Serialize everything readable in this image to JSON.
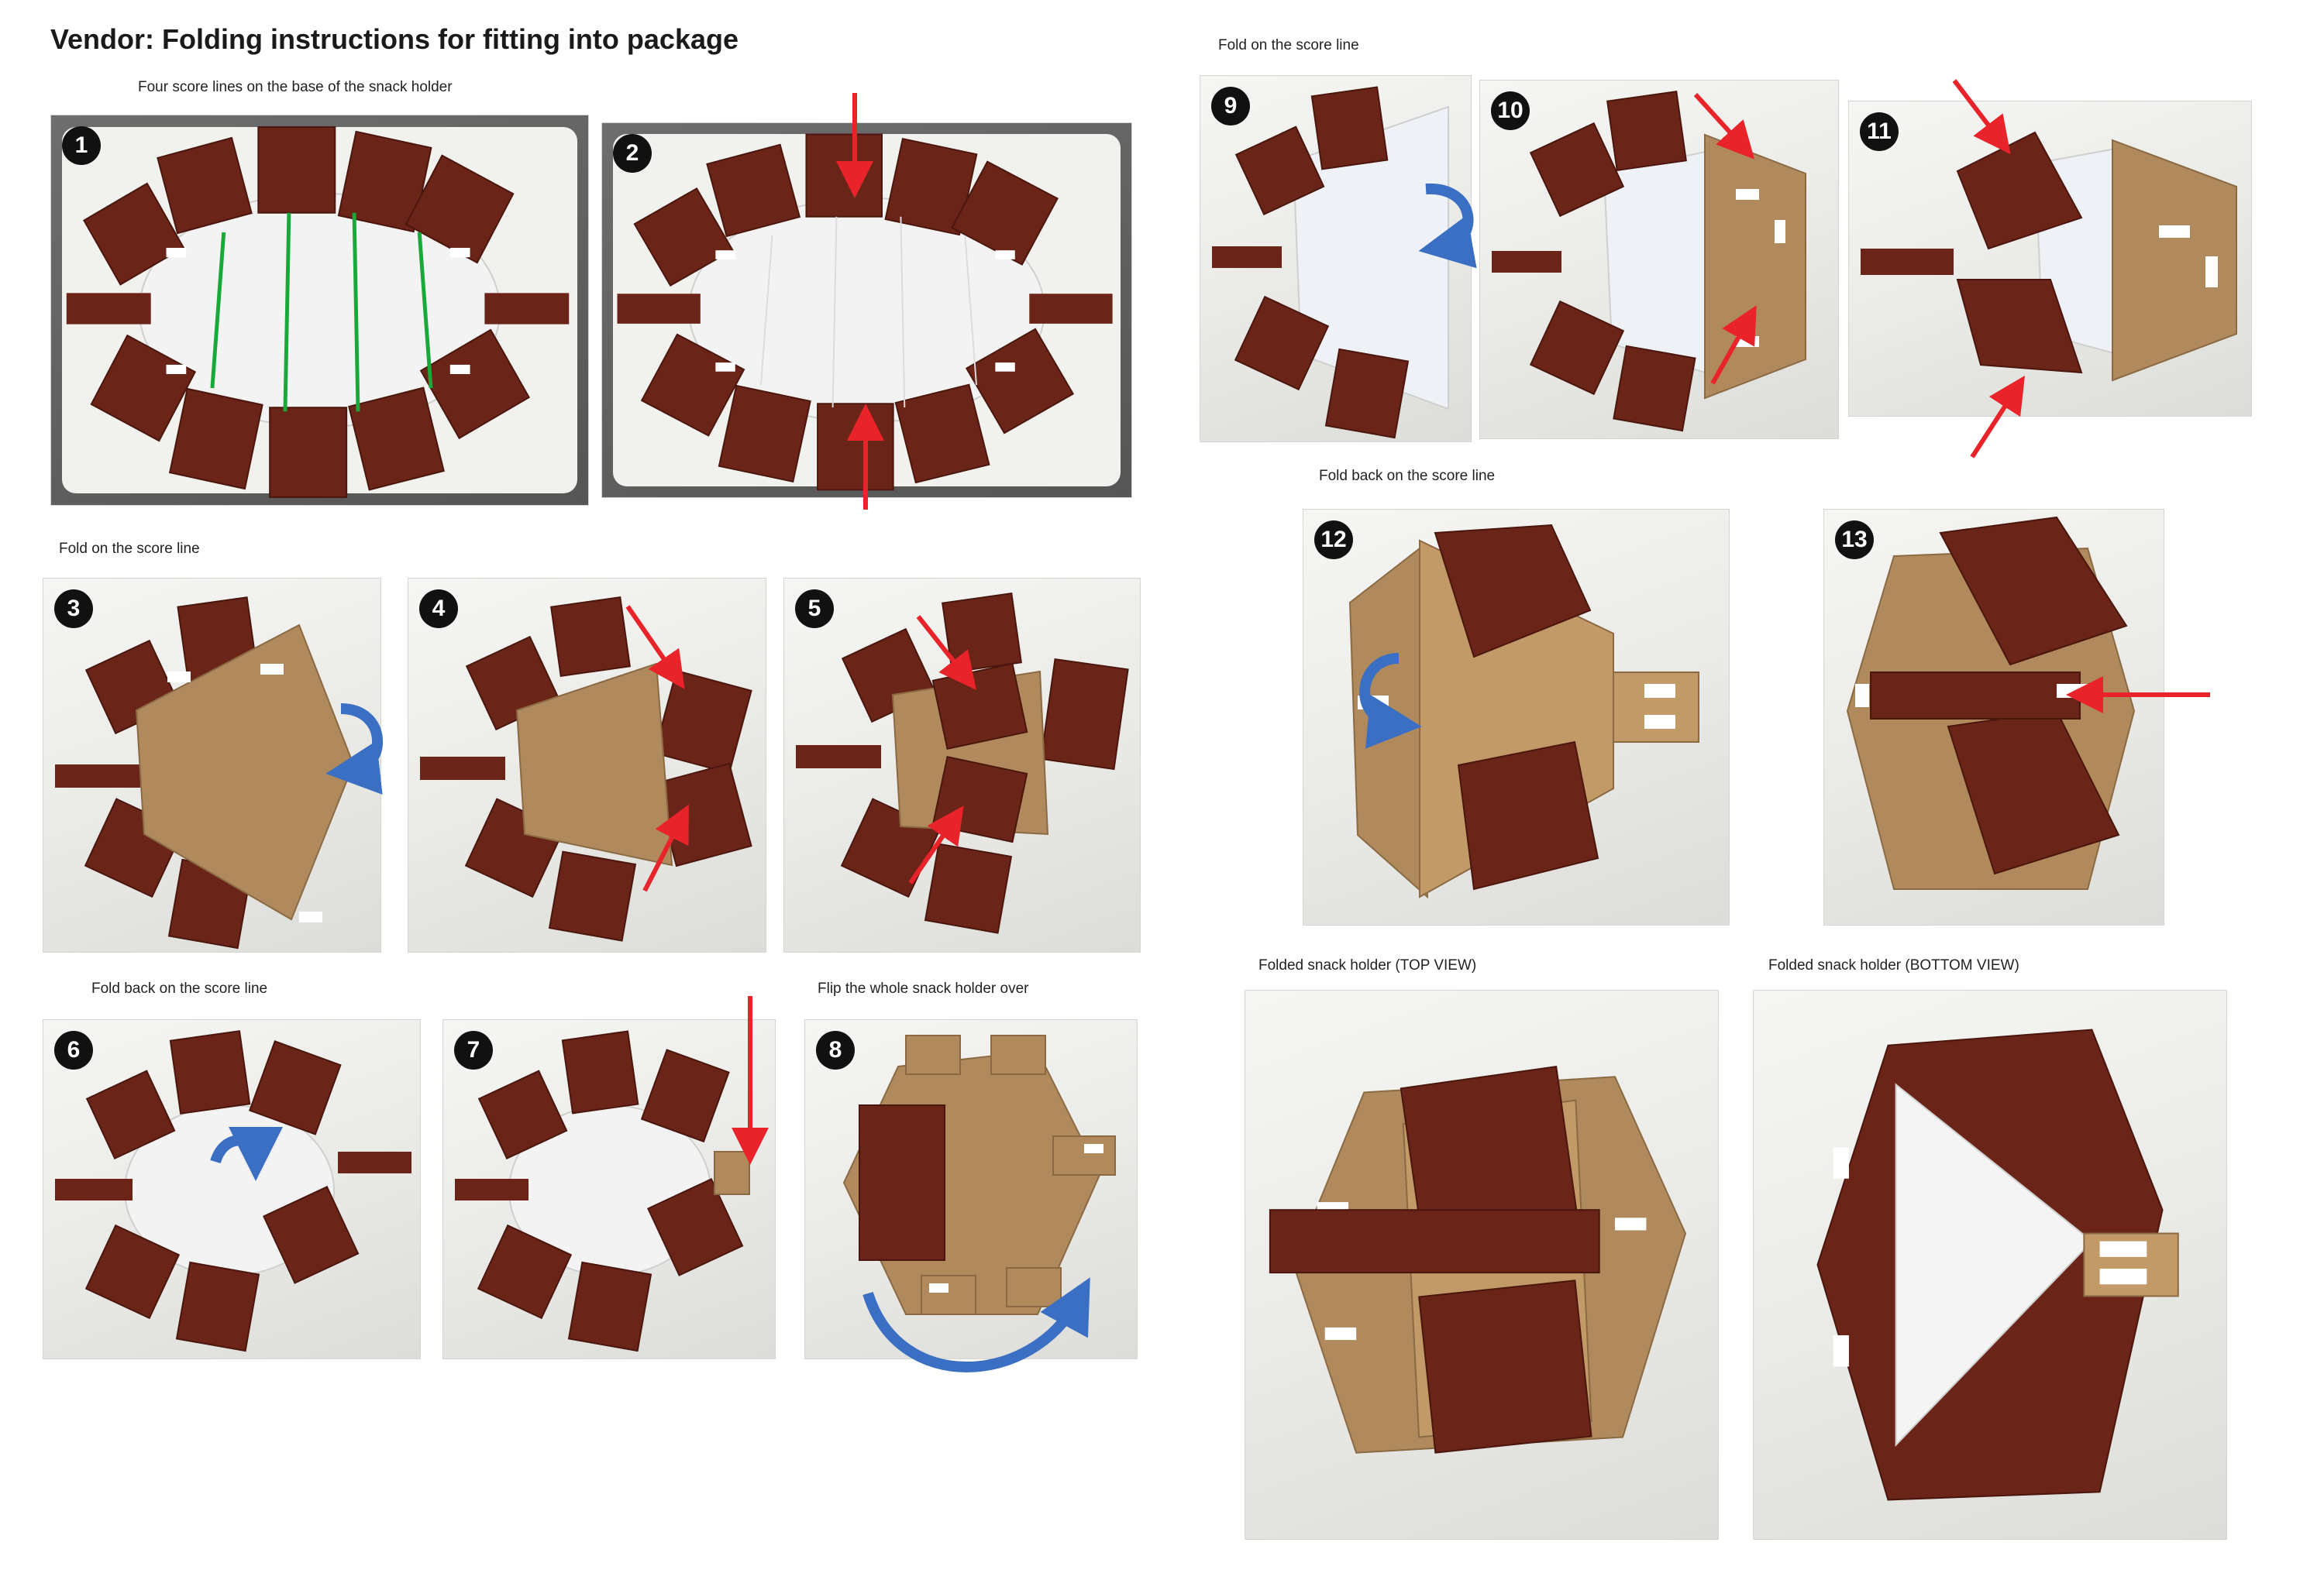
{
  "title": "Vendor: Folding instructions for fitting into package",
  "captions": {
    "score_lines": "Four score lines on the base of the snack holder",
    "fold_on_score_line_a": "Fold on the score line",
    "fold_back_a": "Fold back on the score line",
    "flip_over": "Flip the whole snack holder over",
    "fold_on_score_line_b": "Fold on the score line",
    "fold_back_b": "Fold back on the score line",
    "top_view": "Folded snack holder (TOP VIEW)",
    "bottom_view": "Folded snack holder (BOTTOM VIEW)"
  },
  "steps": [
    {
      "number": "1"
    },
    {
      "number": "2"
    },
    {
      "number": "3"
    },
    {
      "number": "4"
    },
    {
      "number": "5"
    },
    {
      "number": "6"
    },
    {
      "number": "7"
    },
    {
      "number": "8"
    },
    {
      "number": "9"
    },
    {
      "number": "10"
    },
    {
      "number": "11"
    },
    {
      "number": "12"
    },
    {
      "number": "13"
    }
  ],
  "colors": {
    "panel_brown": "#6b2418",
    "cardboard": "#b08a5c",
    "base_white": "#f2f2f2",
    "score_line": "#19a83a",
    "arrow_red": "#e8232a",
    "arrow_blue": "#3a6fc4",
    "badge": "#111111"
  }
}
